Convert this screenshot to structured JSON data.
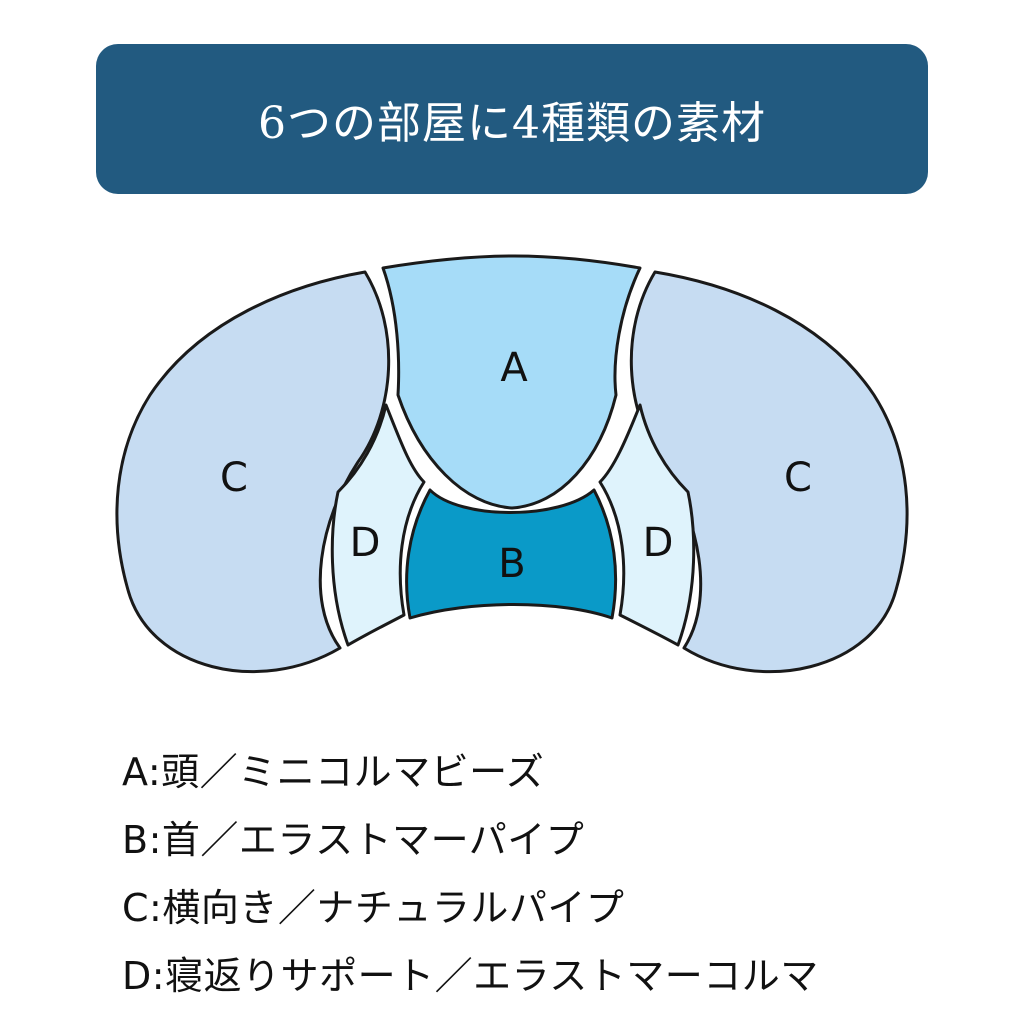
{
  "title": "6つの部屋に4種類の素材",
  "colors": {
    "banner": "#225a80",
    "region_a": "#a6dcf8",
    "region_b": "#0a9ac8",
    "region_c": "#c6dcf2",
    "region_d": "#dff3fc",
    "outline": "#1a1a1a"
  },
  "regions": {
    "a": "A",
    "b": "B",
    "c_left": "C",
    "c_right": "C",
    "d_left": "D",
    "d_right": "D"
  },
  "legend": [
    "A:頭／ミニコルマビーズ",
    "B:首／エラストマーパイプ",
    "C:横向き／ナチュラルパイプ",
    "D:寝返りサポート／エラストマーコルマ"
  ]
}
